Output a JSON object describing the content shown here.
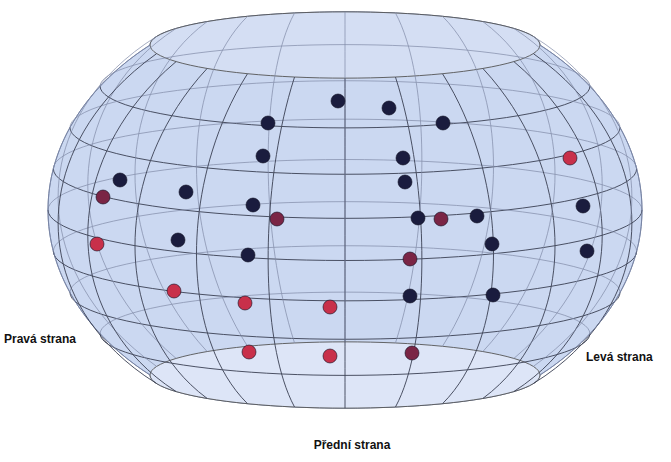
{
  "diagram": {
    "labels": [
      "Pravá strana",
      "Levá strana",
      "Přední strana"
    ]
  }
}
